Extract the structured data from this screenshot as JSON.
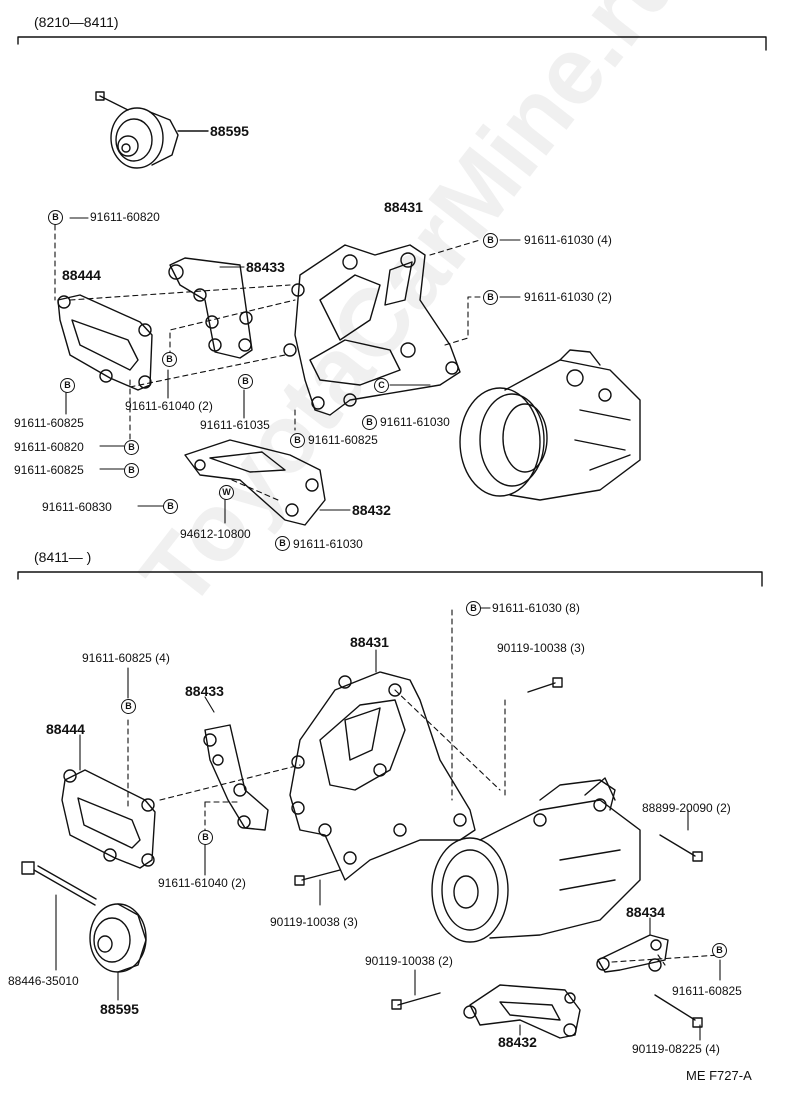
{
  "watermark": "ToyotaCarMine.ru",
  "section1": {
    "range": "(8210—8411)",
    "labels": {
      "p88595": "88595",
      "p88431": "88431",
      "p88433": "88433",
      "p88444": "88444",
      "p88432": "88432",
      "b_60820_top": "91611-60820",
      "b_61030_4": "91611-61030 (4)",
      "b_61030_2": "91611-61030 (2)",
      "b_60825_a": "91611-60825",
      "b_61040_2": "91611-61040 (2)",
      "b_60820_b": "91611-60820",
      "b_60825_b": "91611-60825",
      "b_61035": "91611-61035",
      "b_60825_c": "91611-60825",
      "b_61030_mid": "91611-61030",
      "b_60830": "91611-60830",
      "w_94612": "94612-10800",
      "b_61030_bot": "91611-61030"
    }
  },
  "section2": {
    "range": "(8411—         )",
    "labels": {
      "b_61030_8": "91611-61030 (8)",
      "p88431": "88431",
      "s_10038_3a": "90119-10038 (3)",
      "b_60825_4": "91611-60825 (4)",
      "p88433": "88433",
      "p88444": "88444",
      "s_20090": "88899-20090 (2)",
      "b_61040_2": "91611-61040 (2)",
      "s_10038_3b": "90119-10038 (3)",
      "p88434": "88434",
      "s_10038_2": "90119-10038 (2)",
      "b_60825": "91611-60825",
      "s_35010": "88446-35010",
      "p88595": "88595",
      "p88432": "88432",
      "s_08225": "90119-08225 (4)"
    }
  },
  "footer": {
    "code": "ME  F727-A"
  },
  "badges": {
    "b": "B",
    "w": "W",
    "c": "C"
  }
}
